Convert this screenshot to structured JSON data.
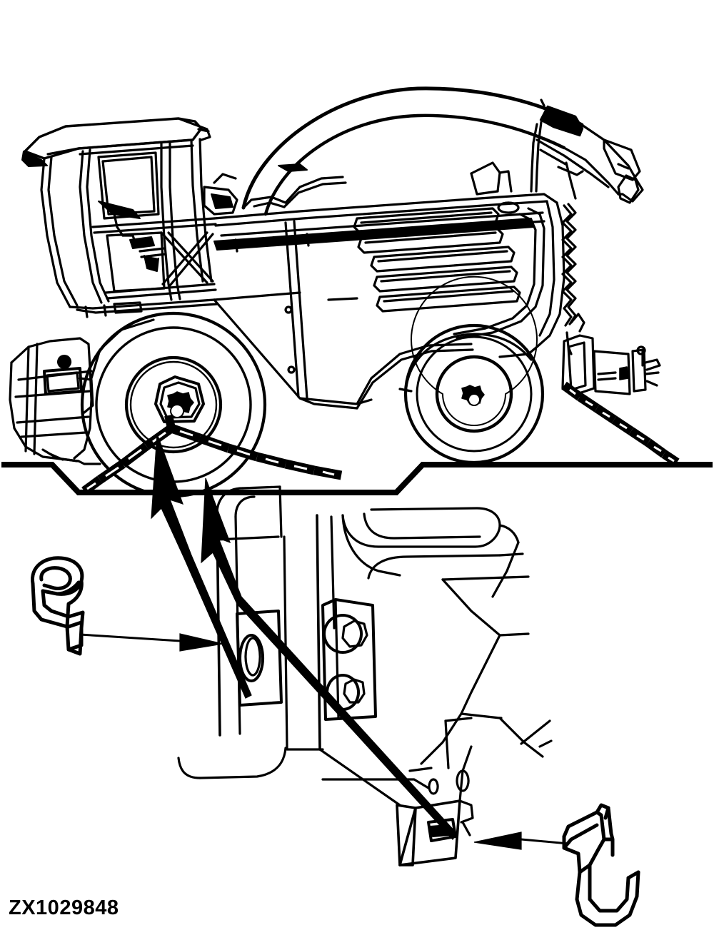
{
  "figure": {
    "caption": "ZX1029848",
    "title": "Forage harvester tie-down / transport securing diagram",
    "line_color": "#000000",
    "background_color": "#ffffff"
  },
  "machine": {
    "name": "self-propelled-forage-harvester",
    "parts": {
      "cab": "operator-cab",
      "cab_roof": "cab-roof",
      "cab_window": "cab-side-window",
      "mirror": "rear-view-mirror",
      "spout": "discharge-spout",
      "spout_deflector": "spout-deflector-flap",
      "engine_hood": "engine-hood",
      "louvers": "engine-air-intake-louvers",
      "front_wheel": "front-drive-wheel",
      "rear_wheel": "rear-steering-wheel",
      "feeder_house": "front-feeder-housing",
      "drawbar": "rear-drawbar",
      "ladder": "access-ladder",
      "exhaust": "exhaust-stack"
    }
  },
  "securing": {
    "chain_front": "front-tie-down-chain",
    "chain_rear": "rear-tie-down-chain",
    "deck_line": "trailer-deck-line",
    "deck_well": "trailer-drop-well"
  },
  "callouts": [
    {
      "id": "arrow-front-tiedown",
      "label": "front-tie-down-point-arrow"
    },
    {
      "id": "arrow-front-tiedown-2",
      "label": "front-tie-down-point-arrow-secondary"
    },
    {
      "id": "arrow-grab-hook",
      "label": "grab-hook-leader-arrow"
    },
    {
      "id": "arrow-tow-hook",
      "label": "tow-hook-leader-arrow"
    }
  ],
  "detail_view": {
    "name": "frame-tie-down-detail",
    "parts": {
      "frame_rail": "chassis-frame-rail",
      "bracket": "tie-down-bracket",
      "slot": "tie-down-slot",
      "bolt_upper": "hex-bolt-upper",
      "bolt_lower": "hex-bolt-lower",
      "step": "step-ledge",
      "lower_slot": "lower-tie-down-slot"
    }
  },
  "hooks": [
    {
      "id": "grab-hook",
      "label": "grab-hook"
    },
    {
      "id": "tow-hook",
      "label": "tow-hook"
    }
  ]
}
